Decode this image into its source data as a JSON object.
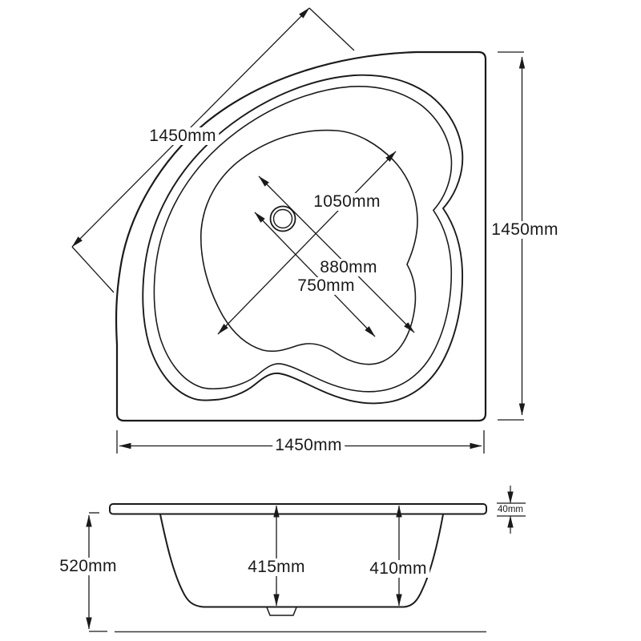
{
  "drawing_type": "corner bath technical dimension drawing",
  "top_view": {
    "overall_diagonal": "1450mm",
    "overall_height": "1450mm",
    "overall_width": "1450mm",
    "inner_length": "1050mm",
    "inner_diagonal": "880mm",
    "inner_width": "750mm"
  },
  "side_view": {
    "overall_height": "520mm",
    "inner_depth_center": "415mm",
    "inner_depth_right": "410mm",
    "rim_thickness": "40mm"
  },
  "dimensions_mm": {
    "overall_diagonal": 1450,
    "overall_height": 1450,
    "overall_width": 1450,
    "inner_length": 1050,
    "inner_diagonal": 880,
    "inner_width": 750,
    "total_height": 520,
    "depth_center": 415,
    "depth_right": 410,
    "rim_thickness": 40
  },
  "colors": {
    "line": "#1a1a1a",
    "background": "#ffffff"
  }
}
